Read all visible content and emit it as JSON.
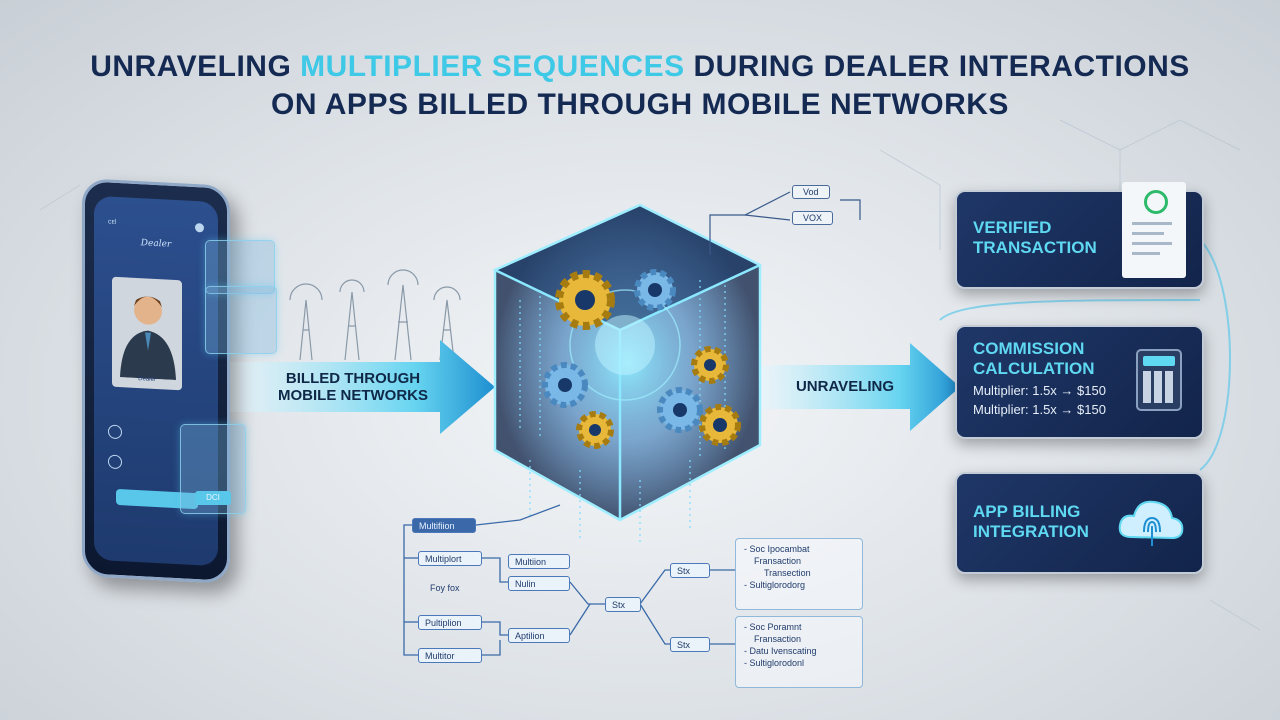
{
  "title": {
    "line1_pre": "UNRAVELING ",
    "line1_highlight": "MULTIPLIER SEQUENCES",
    "line1_post": " DURING DEALER INTERACTIONS",
    "line2": "ON APPS BILLED THROUGH MOBILE NETWORKS"
  },
  "phone": {
    "status": "ᴄᴇl",
    "screen_title": "Dealer",
    "avatar_name": "Dealer",
    "panel_button": "DCI"
  },
  "arrows": {
    "left_line1": "BILLED THROUGH",
    "left_line2": "MOBILE NETWORKS",
    "right": "UNRAVELING"
  },
  "cube_tags": [
    "Vod",
    "VOX"
  ],
  "cards": {
    "verified": {
      "line1": "VERIFIED",
      "line2": "TRANSACTION"
    },
    "commission": {
      "line1": "COMMISSION",
      "line2": "CALCULATION",
      "sub1": "Multiplier: 1.5x → $150",
      "sub2": "Multiplier: 1.5x → $150"
    },
    "billing": {
      "line1": "APP BILLING",
      "line2": "INTEGRATION"
    }
  },
  "flow": {
    "boxes": [
      "Multifiion",
      "Multiplort",
      "Multiion",
      "Foy fox",
      "Nulin",
      "Pultiplion",
      "Aptilion",
      "Multitor",
      "Stx",
      "Stx",
      "Stx"
    ],
    "notes1": [
      "- Soc Ipocambat",
      "Fransaction",
      "Transection",
      "- Sultiglorodorg"
    ],
    "notes2": [
      "- Soc Poramnt",
      "Fransaction",
      "- Datu Ivenscating",
      "- Sultiglorodonl"
    ]
  },
  "colors": {
    "accent": "#3ec9e6",
    "navy": "#142a52",
    "card_bg": "#1a2f5c"
  }
}
